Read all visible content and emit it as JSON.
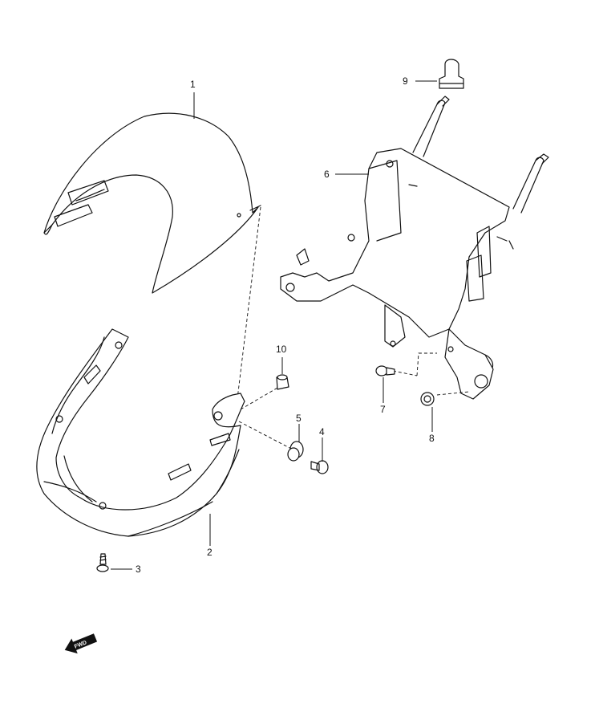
{
  "diagram": {
    "parts": [
      {
        "id": "part-1",
        "label": "1"
      },
      {
        "id": "part-2",
        "label": "2"
      },
      {
        "id": "part-3",
        "label": "3"
      },
      {
        "id": "part-4",
        "label": "4"
      },
      {
        "id": "part-5",
        "label": "5"
      },
      {
        "id": "part-6",
        "label": "6"
      },
      {
        "id": "part-7",
        "label": "7"
      },
      {
        "id": "part-8",
        "label": "8"
      },
      {
        "id": "part-9",
        "label": "9"
      },
      {
        "id": "part-10",
        "label": "10"
      }
    ],
    "fwd_indicator": {
      "label": "FWD"
    },
    "colors": {
      "ink": "#111111",
      "paper": "#ffffff"
    }
  }
}
